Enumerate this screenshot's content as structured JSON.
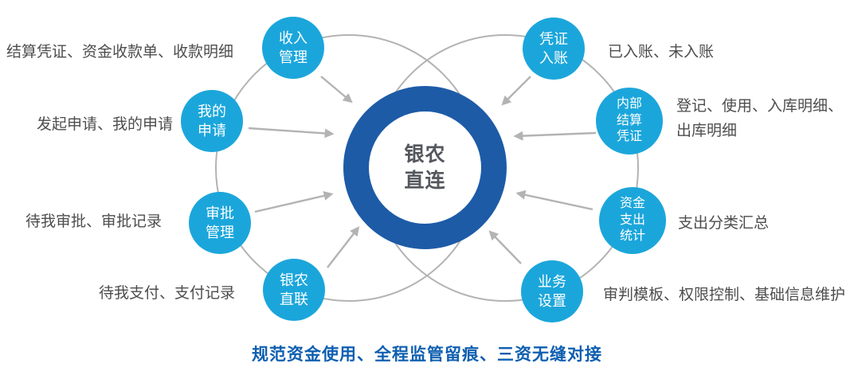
{
  "center": {
    "label": "银农\n直连"
  },
  "nodes": [
    {
      "id": "income-management",
      "label": "收入\n管理",
      "annotation": "结算凭证、资金收款单、收款明细"
    },
    {
      "id": "my-application",
      "label": "我的\n申请",
      "annotation": "发起申请、我的申请"
    },
    {
      "id": "approval-management",
      "label": "审批\n管理",
      "annotation": "待我审批、审批记录"
    },
    {
      "id": "bank-farm-direct-link",
      "label": "银农\n直联",
      "annotation": "待我支付、支付记录"
    },
    {
      "id": "voucher-posting",
      "label": "凭证\n入账",
      "annotation": "已入账、未入账"
    },
    {
      "id": "internal-settlement-voucher",
      "label": "内部\n结算\n凭证",
      "annotation": "登记、使用、入库明细、\n出库明细"
    },
    {
      "id": "fund-expenditure-statistics",
      "label": "资金\n支出\n统计",
      "annotation": "支出分类汇总"
    },
    {
      "id": "business-settings",
      "label": "业务\n设置",
      "annotation": "审判模板、权限控制、基础信息维护"
    }
  ],
  "caption": "规范资金使用、全程监管留痕、三资无缝对接",
  "colors": {
    "node_blue": "#1ba6db",
    "hub_ring_blue": "#1d5ba7",
    "hub_text_gray": "#54575d",
    "annotation_gray": "#4d4d4d",
    "connector_gray": "#b3b3b3",
    "caption_blue": "#0e5fb0"
  }
}
